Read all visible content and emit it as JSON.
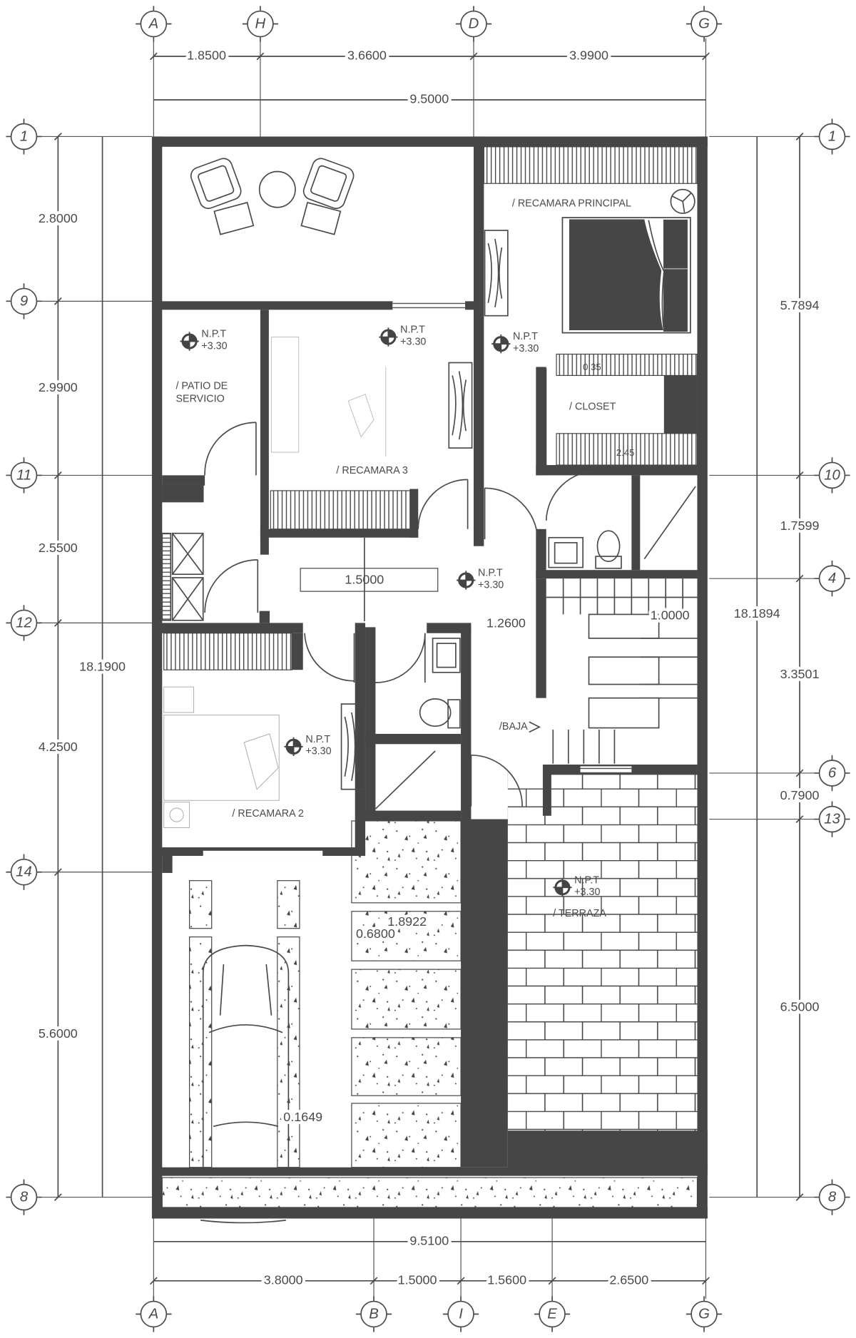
{
  "grid": {
    "top": [
      "A",
      "H",
      "D",
      "G"
    ],
    "bottom": [
      "A",
      "B",
      "I",
      "E",
      "G"
    ],
    "left": [
      "1",
      "9",
      "11",
      "12",
      "14",
      "8"
    ],
    "right": [
      "1",
      "10",
      "4",
      "6",
      "13",
      "8"
    ]
  },
  "dimensions": {
    "top": [
      "1.8500",
      "3.6600",
      "3.9900"
    ],
    "top_total": "9.5000",
    "bottom": [
      "3.8000",
      "1.5000",
      "1.5600",
      "2.6500"
    ],
    "bottom_total": "9.5100",
    "left": [
      "2.8000",
      "2.9900",
      "2.5500",
      "4.2500",
      "5.6000"
    ],
    "left_total": "18.1900",
    "right": [
      "5.7894",
      "1.7599",
      "3.3501",
      "0.7900",
      "6.5000"
    ],
    "right_total": "18.1894"
  },
  "rooms": {
    "master": "/ RECAMARA PRINCIPAL",
    "patio_1": "/ PATIO DE",
    "patio_2": "SERVICIO",
    "bedroom3": "/ RECAMARA 3",
    "closet": "/ CLOSET",
    "bedroom2": "/ RECAMARA 2",
    "terrace": "/ TERRAZA",
    "stairs_down": "/BAJA"
  },
  "level_marker": {
    "label": "N.P.T",
    "value": "+3.30"
  },
  "annotations": {
    "closet_depth": "0.35",
    "closet_width": "2.45",
    "hall_width": "1.5000",
    "hall_depth": "1.2600",
    "stair_width": "1.0000",
    "path_width": "1.8922",
    "path_depth": "0.6800",
    "path_gap": "0.1649"
  }
}
